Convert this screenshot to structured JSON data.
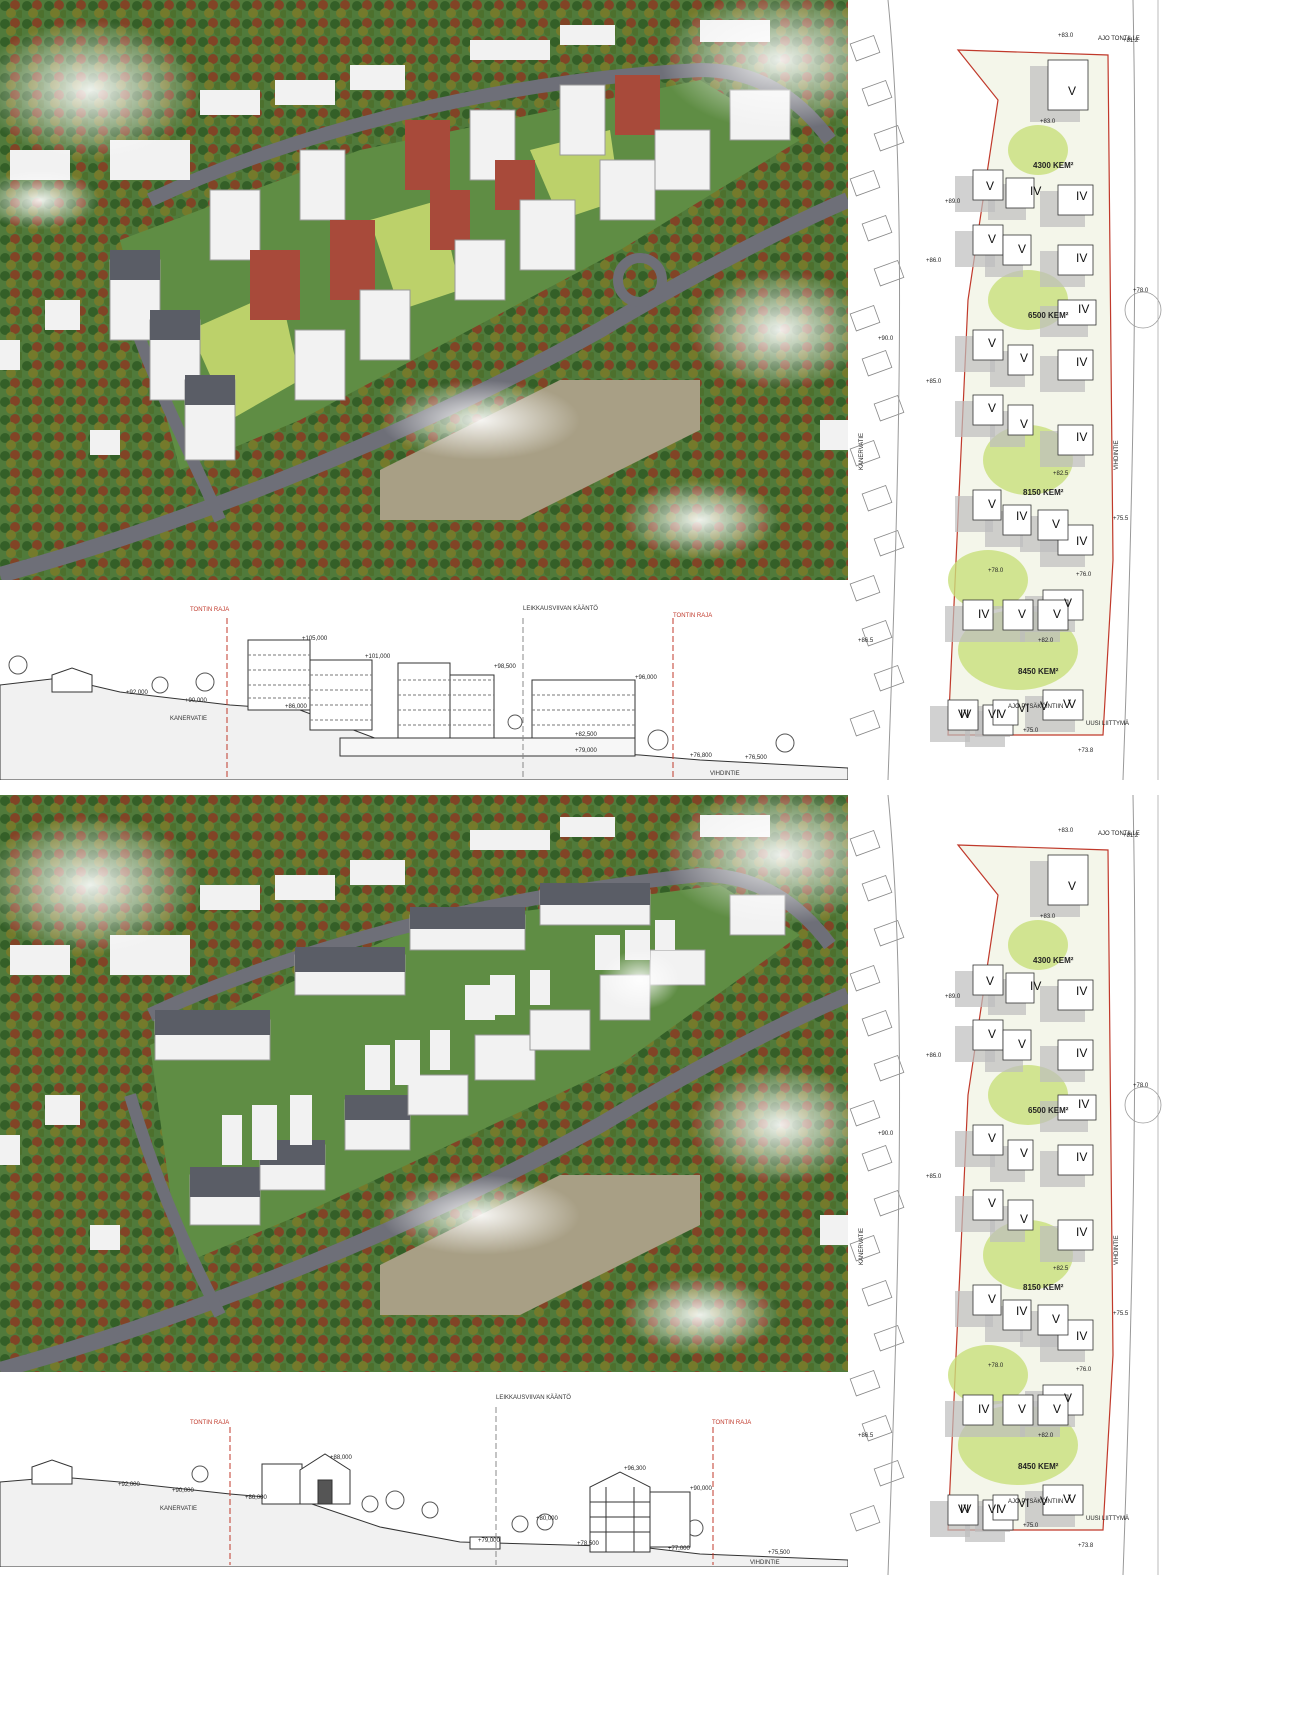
{
  "section_labels": {
    "tontin_raja": "TONTIN RAJA",
    "leikkausviivan_kaanto": "LEIKKAUSVIIVAN KÄÄNTÖ",
    "kanervatie": "KANERVATIE",
    "vihdintie": "VIHDINTIE"
  },
  "section_top": {
    "levels": {
      "l105": "+105,000",
      "l101": "+101,000",
      "l98": "+98,500",
      "l96": "+96,000",
      "l92": "+92,000",
      "l90": "+90,000",
      "l86": "+86,000",
      "l82": "+82,500",
      "l79": "+79,000",
      "l768": "+76,800",
      "l765": "+76,500"
    }
  },
  "section_bottom": {
    "levels": {
      "l92": "+92,000",
      "l90": "+90,000",
      "l88": "+88,000",
      "l86": "+86,000",
      "l80": "+80,000",
      "l79": "+79,000",
      "l785": "+78,500",
      "l77": "+77,000",
      "l75": "+75,500",
      "b96": "+96,300",
      "b90": "+90,000"
    }
  },
  "plan": {
    "top_road_level": "+83.0",
    "top_right_level": "+81.2",
    "ajo_tontille": "AJO TONTILLE",
    "ajo_pysakointiin": "AJO PYSÄKÖINTIIN",
    "uusi_liittyma": "UUSI LIITTYMÄ",
    "areas": [
      "4300 KEM²",
      "6500 KEM²",
      "8150 KEM²",
      "8450 KEM²"
    ],
    "levels": {
      "p83": "+83.0",
      "p89": "+89.0",
      "p86": "+86.0",
      "p85": "+85.0",
      "p825": "+82.5",
      "p78": "+78.0",
      "p76": "+76.0",
      "p865": "+86.5",
      "p82": "+82.0",
      "p75": "+75.0",
      "p755": "+75.5",
      "p738": "+73.8",
      "p90": "+90.0",
      "p78r": "+78.0"
    },
    "road_kanervatie": "KANERVATIE",
    "road_vihdintie": "VIHDINTIE",
    "floors": [
      "V",
      "IV",
      "V",
      "IV",
      "IV",
      "V",
      "V",
      "IV",
      "V",
      "V",
      "IV",
      "V",
      "V",
      "IV",
      "V",
      "IV",
      "V",
      "V",
      "IV",
      "IV",
      "V",
      "V",
      "V",
      "IV",
      "V",
      "VI",
      "VI",
      "VI",
      "V",
      "V"
    ]
  }
}
